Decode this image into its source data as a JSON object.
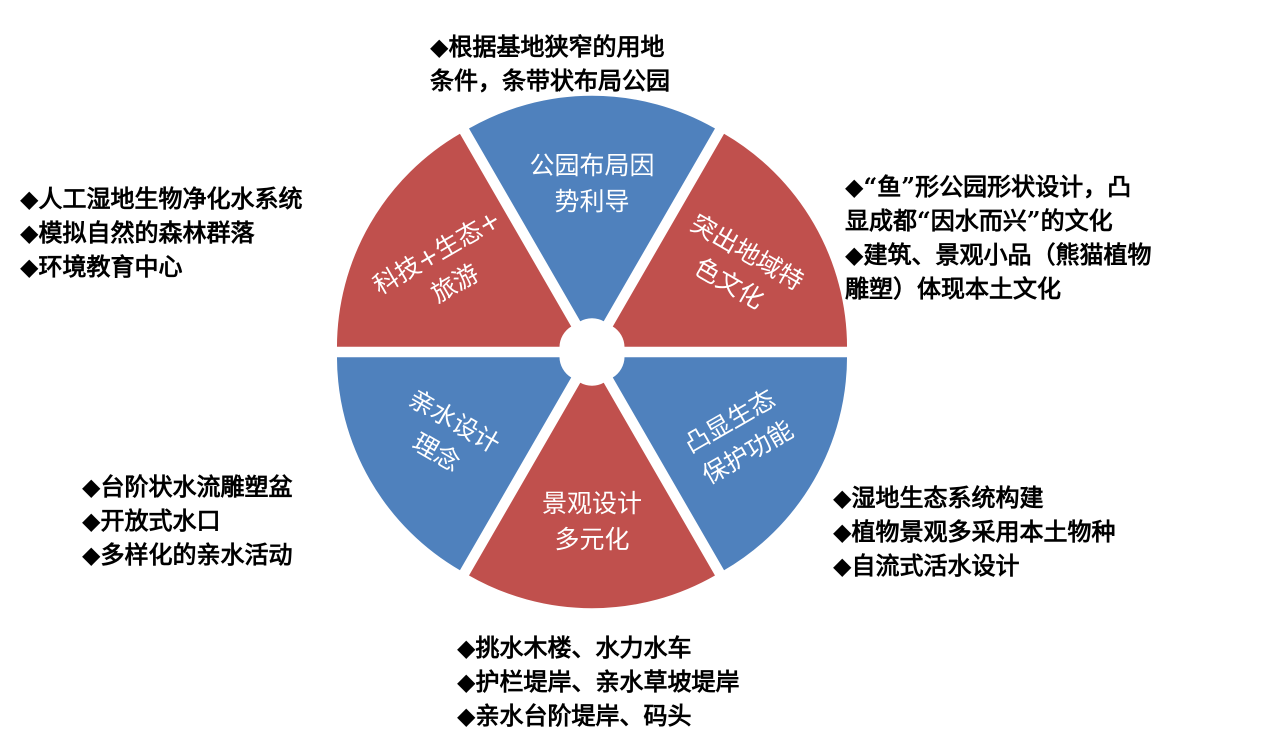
{
  "colors": {
    "blue": "#4f81bd",
    "red": "#c0504d",
    "text": "#000000",
    "bullet": "#000000"
  },
  "segments": [
    {
      "lines": [
        "公园布局因",
        "势利导"
      ],
      "color": "blue"
    },
    {
      "lines": [
        "突出地域特",
        "色文化"
      ],
      "color": "red"
    },
    {
      "lines": [
        "凸显生态",
        "保护功能"
      ],
      "color": "blue"
    },
    {
      "lines": [
        "景观设计",
        "多元化"
      ],
      "color": "red"
    },
    {
      "lines": [
        "亲水设计",
        "理念"
      ],
      "color": "blue"
    },
    {
      "lines": [
        "科技+生态+",
        "旅游"
      ],
      "color": "red"
    }
  ],
  "notes": {
    "top": {
      "lines": [
        "◆根据基地狭窄的用地",
        "条件，条带状布局公园"
      ]
    },
    "upper_right": {
      "lines": [
        "◆“鱼”形公园形状设计，凸",
        "显成都“因水而兴”的文化",
        "◆建筑、景观小品（熊猫植物",
        "雕塑）体现本土文化"
      ]
    },
    "lower_right": {
      "lines": [
        "◆湿地生态系统构建",
        "◆植物景观多采用本土物种",
        "◆自流式活水设计"
      ]
    },
    "bottom": {
      "lines": [
        "◆挑水木楼、水力水车",
        "◆护栏堤岸、亲水草坡堤岸",
        "◆亲水台阶堤岸、码头"
      ]
    },
    "lower_left": {
      "lines": [
        "◆台阶状水流雕塑盆",
        "◆开放式水口",
        "◆多样化的亲水活动"
      ]
    },
    "upper_left": {
      "lines": [
        "◆人工湿地生物净化水系统",
        "◆模拟自然的森林群落",
        "◆环境教育中心"
      ]
    }
  }
}
